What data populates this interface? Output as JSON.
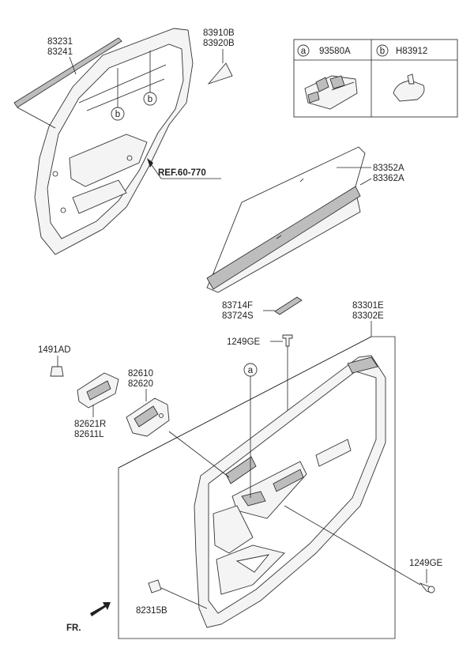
{
  "diagram": {
    "labels": {
      "weatherstrip_1": "83231",
      "weatherstrip_2": "83241",
      "garnish_1": "83910B",
      "garnish_2": "83920B",
      "ref": "REF.60-770",
      "curtain_1": "83352A",
      "curtain_2": "83362A",
      "trim_1": "83301E",
      "trim_2": "83302E",
      "clip_1": "83714F",
      "clip_2": "83724S",
      "screw_upper": "1249GE",
      "screw_lower": "1249GE",
      "fastener": "1491AD",
      "handle_1": "82610",
      "handle_2": "82620",
      "handle_cover_1": "82621R",
      "handle_cover_2": "82611L",
      "clip_bottom": "82315B",
      "front": "FR."
    },
    "legend": {
      "a_marker": "a",
      "a_part": "93580A",
      "b_marker": "b",
      "b_part": "H83912"
    },
    "callouts": {
      "b_upper": "b",
      "b_lower": "b",
      "a_trim": "a"
    }
  }
}
